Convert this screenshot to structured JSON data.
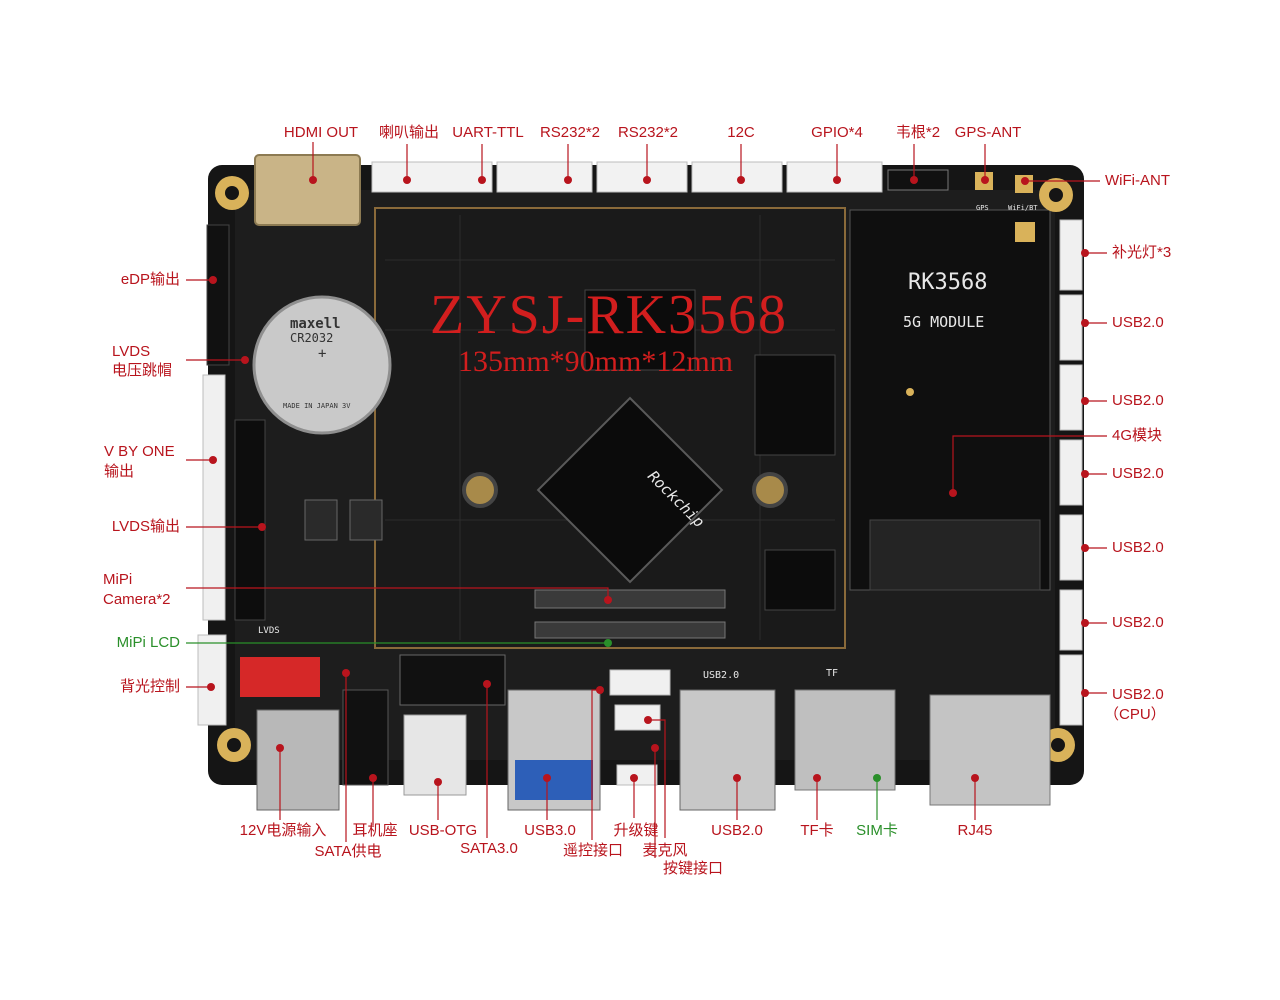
{
  "title": {
    "board_name": "ZYSJ-RK3568",
    "dimensions": "135mm*90mm*12mm"
  },
  "board": {
    "module_name": "RK3568",
    "module_sub": "5G MODULE",
    "battery_brand": "maxell",
    "battery_model": "CR2032",
    "battery_plus": "+",
    "battery_origin": "MADE IN JAPAN 3V",
    "chip_brand": "Rockchip",
    "silk_lvds": "LVDS",
    "silk_usb20": "USB2.0",
    "silk_tf": "TF",
    "silk_gps": "GPS",
    "silk_wifi": "WiFi/BT"
  },
  "labels": {
    "top": {
      "hdmi_out": "HDMI OUT",
      "speaker_out": "喇叭输出",
      "uart_ttl": "UART-TTL",
      "rs232_a": "RS232*2",
      "rs232_b": "RS232*2",
      "i2c": "12C",
      "gpio": "GPIO*4",
      "wiegand": "韦根*2",
      "gps_ant": "GPS-ANT"
    },
    "left": {
      "edp_out": "eDP输出",
      "lvds_jumper_1": "LVDS",
      "lvds_jumper_2": "电压跳帽",
      "vbyone_1": "V BY ONE",
      "vbyone_2": "输出",
      "lvds_out": "LVDS输出",
      "mipi_cam_1": "MiPi",
      "mipi_cam_2": "Camera*2",
      "mipi_lcd": "MiPi LCD",
      "backlight": "背光控制"
    },
    "right": {
      "wifi_ant": "WiFi-ANT",
      "fill_light": "补光灯*3",
      "usb_1": "USB2.0",
      "usb_2": "USB2.0",
      "module_4g": "4G模块",
      "usb_3": "USB2.0",
      "usb_4": "USB2.0",
      "usb_5": "USB2.0",
      "usb_6": "USB2.0",
      "usb_cpu": "（CPU）"
    },
    "bottom": {
      "power_12v": "12V电源输入",
      "sata_power": "SATA供电",
      "headphone": "耳机座",
      "usb_otg": "USB-OTG",
      "sata3": "SATA3.0",
      "usb3": "USB3.0",
      "remote": "遥控接口",
      "upgrade_key": "升级键",
      "mic": "麦克风",
      "key_port": "按键接口",
      "usb20": "USB2.0",
      "tf_card": "TF卡",
      "sim_card": "SIM卡",
      "rj45": "RJ45"
    }
  },
  "colors": {
    "label": "#b8141d",
    "label_green": "#2a8f2a",
    "title": "#d21e1e",
    "pcb": "#161616",
    "gold": "#d9b25a"
  }
}
